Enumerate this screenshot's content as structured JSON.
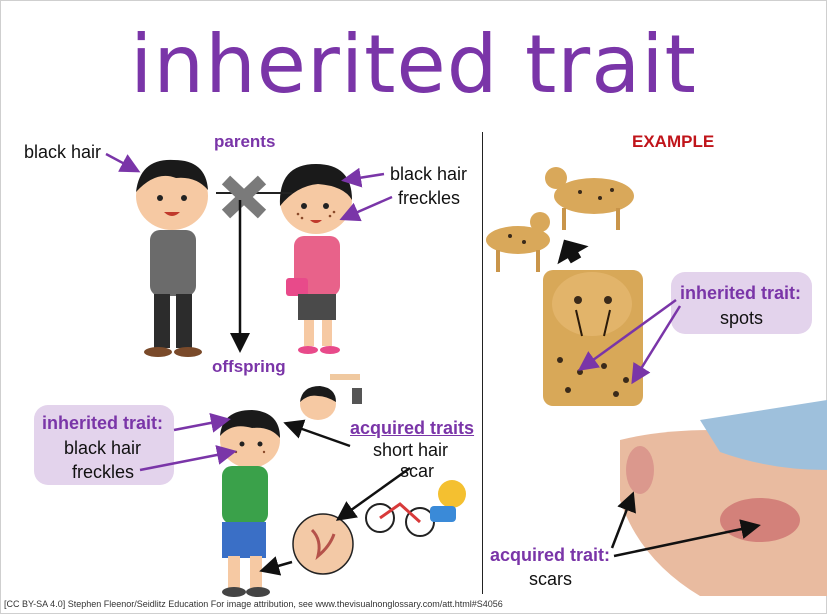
{
  "title": "inherited trait",
  "left": {
    "parents_label": "parents",
    "offspring_label": "offspring",
    "father_trait": "black hair",
    "mother_traits": [
      "black hair",
      "freckles"
    ],
    "child_inherited": {
      "heading": "inherited trait:",
      "items": [
        "black hair",
        "freckles"
      ]
    },
    "child_acquired": {
      "heading": "acquired traits",
      "items": [
        "short hair",
        "scar"
      ]
    }
  },
  "right": {
    "example_label": "EXAMPLE",
    "cheetah_inherited": {
      "heading": "inherited trait:",
      "items": [
        "spots"
      ]
    },
    "arm_acquired": {
      "heading": "acquired trait:",
      "items": [
        "scars"
      ]
    }
  },
  "footer": "[CC BY-SA 4.0] Stephen Fleenor/Seidlitz Education For image attribution, see www.thevisualnonglossary.com/att.html#S4056",
  "colors": {
    "accent": "#7a35a8",
    "example": "#c0141a",
    "bubble": "#e3d3ec"
  }
}
